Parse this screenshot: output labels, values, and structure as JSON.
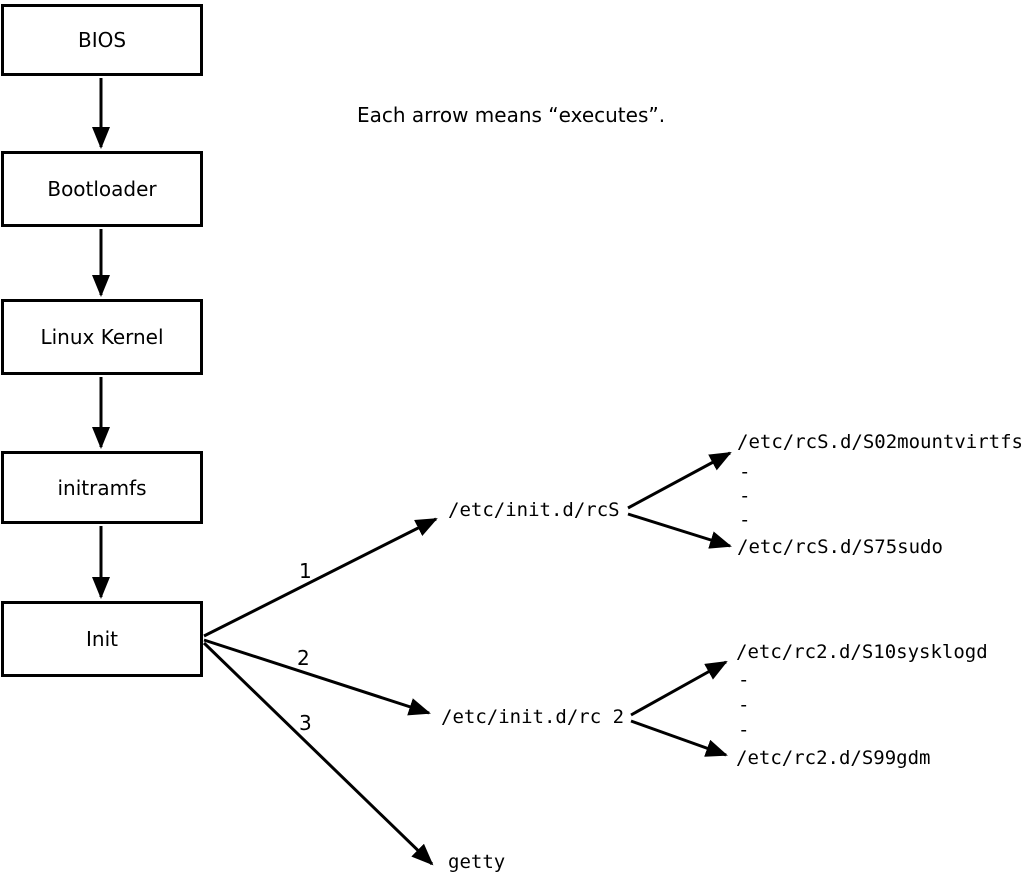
{
  "diagram": {
    "note": "Each arrow means “executes”.",
    "boot_chain": [
      {
        "label": "BIOS"
      },
      {
        "label": "Bootloader"
      },
      {
        "label": "Linux Kernel"
      },
      {
        "label": "initramfs"
      },
      {
        "label": "Init"
      }
    ],
    "init_branches": [
      {
        "number": "1",
        "target": "/etc/init.d/rcS"
      },
      {
        "number": "2",
        "target": "/etc/init.d/rc 2"
      },
      {
        "number": "3",
        "target": "getty"
      }
    ],
    "rcS_scripts": [
      "/etc/rcS.d/S02mountvirtfs",
      "-",
      "-",
      "-",
      "/etc/rcS.d/S75sudo"
    ],
    "rc2_scripts": [
      "/etc/rc2.d/S10sysklogd",
      "-",
      "-",
      "-",
      "/etc/rc2.d/S99gdm"
    ],
    "colors": {
      "line": "#000000",
      "background": "#ffffff"
    }
  }
}
